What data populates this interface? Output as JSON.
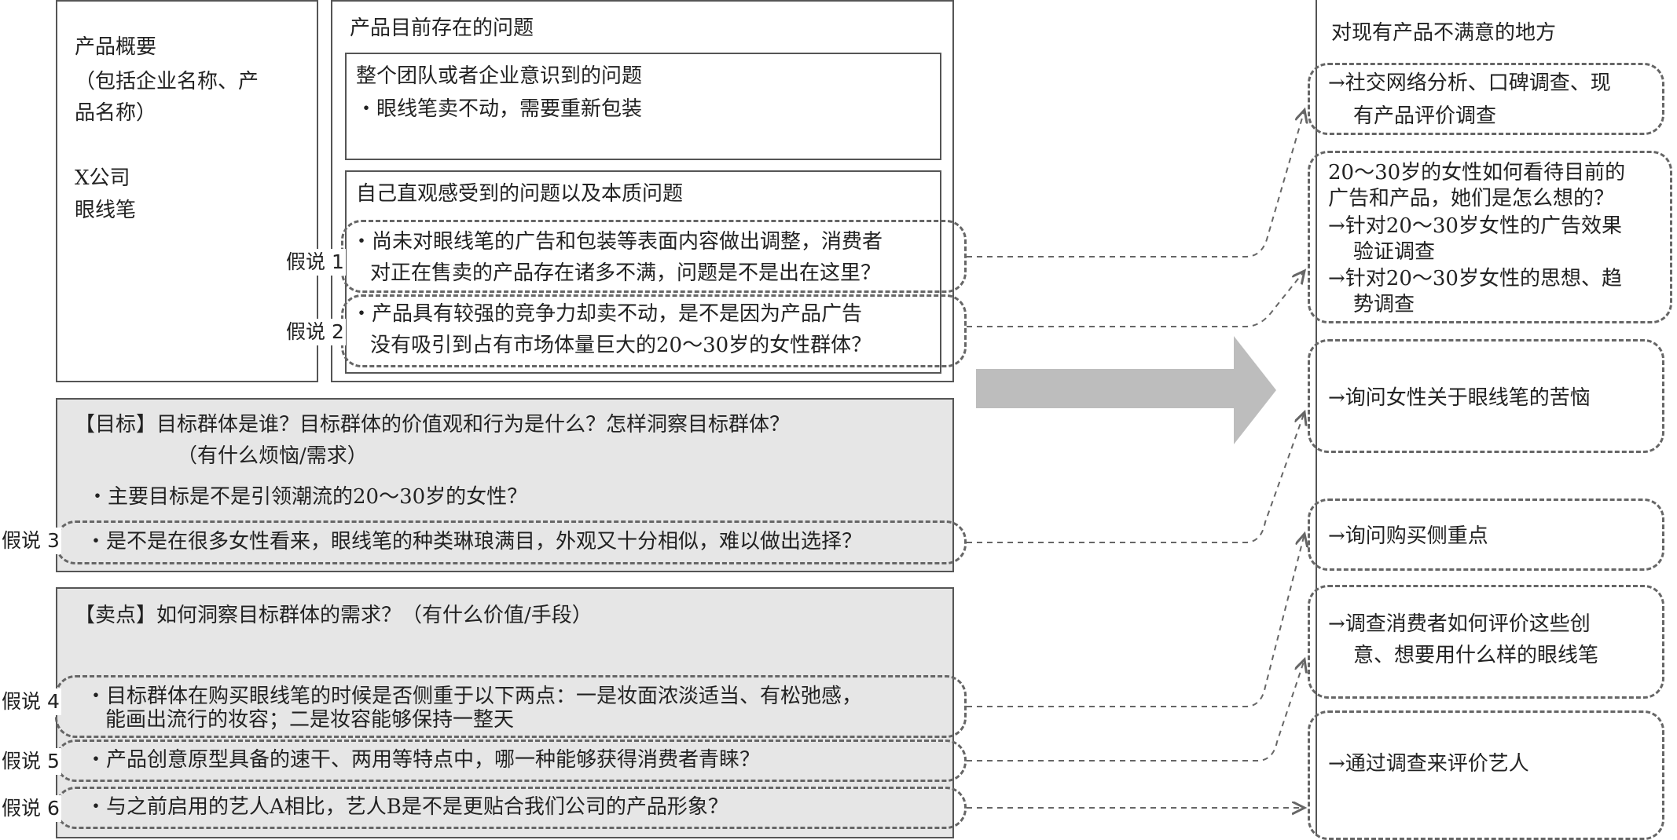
{
  "overview": {
    "title": "产品概要",
    "subtitle_l1": "（包括企业名称、产",
    "subtitle_l2": "品名称）",
    "company": "X公司",
    "product": "眼线笔"
  },
  "problems": {
    "title": "产品目前存在的问题",
    "team": {
      "title": "整个团队或者企业意识到的问题",
      "item": "・眼线笔卖不动，需要重新包装"
    },
    "self": {
      "title": "自己直观感受到的问题以及本质问题",
      "h1_l1": "・尚未对眼线笔的广告和包装等表面内容做出调整，消费者",
      "h1_l2": "对正在售卖的产品存在诸多不满，问题是不是出在这里？",
      "h2_l1": "・产品具有较强的竞争力却卖不动，是不是因为产品广告",
      "h2_l2": "没有吸引到占有市场体量巨大的20～30岁的女性群体？"
    }
  },
  "target": {
    "title": "【目标】目标群体是谁？目标群体的价值观和行为是什么？怎样洞察目标群体？",
    "subtitle": "（有什么烦恼/需求）",
    "item1": "・主要目标是不是引领潮流的20～30岁的女性？",
    "item2": "・是不是在很多女性看来，眼线笔的种类琳琅满目，外观又十分相似，难以做出选择？"
  },
  "selling": {
    "title": "【卖点】如何洞察目标群体的需求？（有什么价值/手段）",
    "h4_l1": "・目标群体在购买眼线笔的时候是否侧重于以下两点：一是妆面浓淡适当、有松弛感，",
    "h4_l2": "能画出流行的妆容；二是妆容能够保持一整天",
    "h5": "・产品创意原型具备的速干、两用等特点中，哪一种能够获得消费者青睐？",
    "h6": "・与之前启用的艺人A相比，艺人B是不是更贴合我们公司的产品形象？"
  },
  "hypotheses": [
    "假说 1",
    "假说 2",
    "假说 3",
    "假说 4",
    "假说 5",
    "假说 6"
  ],
  "right": {
    "title": "对现有产品不满意的地方",
    "r1_l1": "→社交网络分析、口碑调查、现",
    "r1_l2": "有产品评价调查",
    "r2_l1": "20～30岁的女性如何看待目前的",
    "r2_l2": "广告和产品，她们是怎么想的？",
    "r2_l3": "→针对20～30岁女性的广告效果",
    "r2_l4": "验证调查",
    "r2_l5": "→针对20～30岁女性的思想、趋",
    "r2_l6": "势调查",
    "r3": "→询问女性关于眼线笔的苦恼",
    "r4": "→询问购买侧重点",
    "r5_l1": "→调查消费者如何评价这些创",
    "r5_l2": "意、想要用什么样的眼线笔",
    "r6": "→通过调查来评价艺人"
  },
  "colors": {
    "grey_panel": "#e6e6e6",
    "arrow": "#bdbdbd",
    "border": "#555555"
  }
}
